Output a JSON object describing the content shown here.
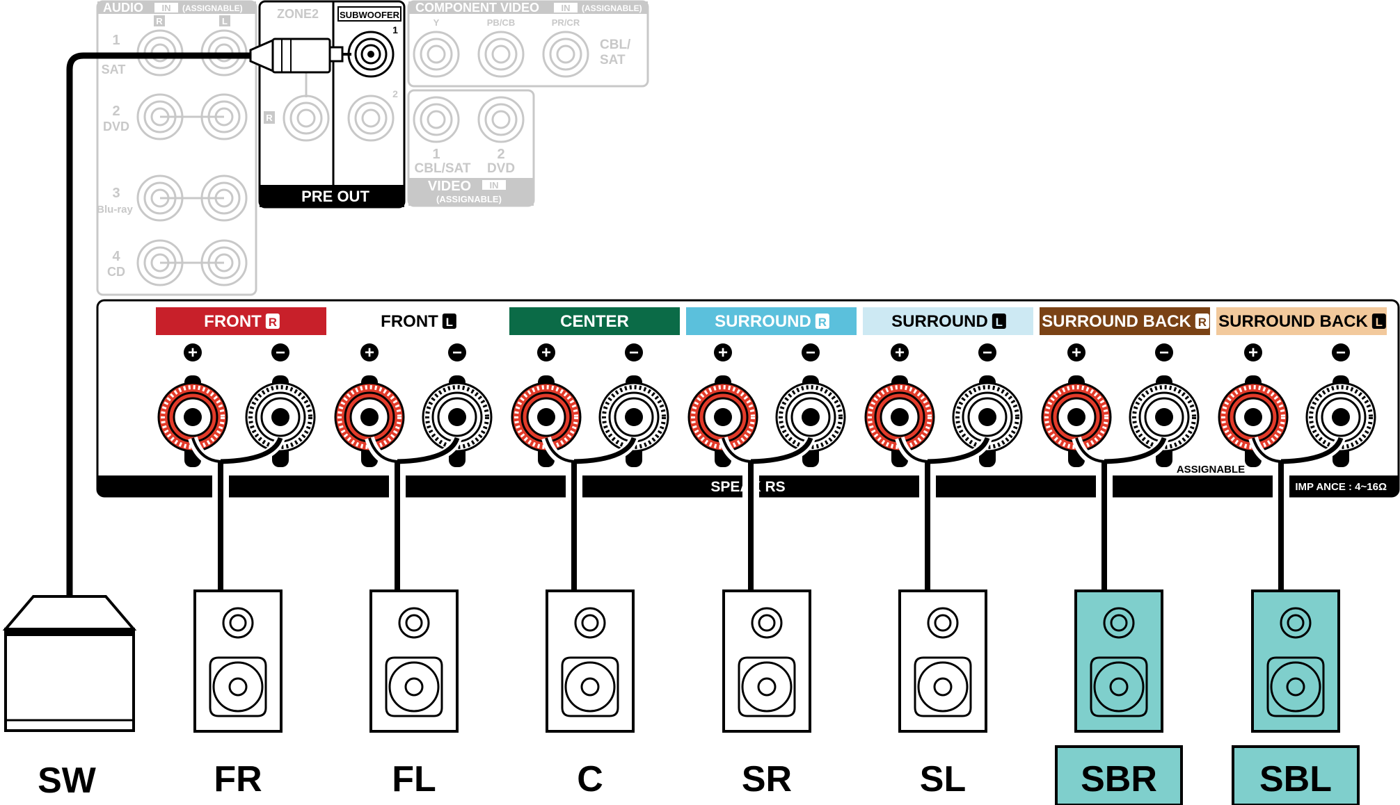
{
  "audio_in": {
    "title": "AUDIO",
    "in_badge": "IN",
    "assignable": "(ASSIGNABLE)",
    "col_right": "R",
    "col_left": "L",
    "rows": [
      {
        "num": "1",
        "name": "SAT"
      },
      {
        "num": "2",
        "name": "DVD"
      },
      {
        "num": "3",
        "name": "Blu-ray"
      },
      {
        "num": "4",
        "name": "CD"
      }
    ]
  },
  "zone2": {
    "title": "ZONE2",
    "r_label": "R"
  },
  "subwoofer": {
    "title": "SUBWOOFER",
    "port1": "1",
    "port2": "2"
  },
  "pre_out": {
    "label": "PRE OUT"
  },
  "component_video": {
    "title": "COMPONENT VIDEO",
    "in_badge": "IN",
    "assignable": "(ASSIGNABLE)",
    "jacks": [
      "Y",
      "PB/CB",
      "PR/CR"
    ],
    "source_line1": "CBL/",
    "source_line2": "SAT"
  },
  "video_in": {
    "title": "VIDEO",
    "in_badge": "IN",
    "assignable": "(ASSIGNABLE)",
    "jacks": [
      {
        "num": "1",
        "name": "CBL/SAT"
      },
      {
        "num": "2",
        "name": "DVD"
      }
    ]
  },
  "speakers_panel": {
    "bar_label": "SPEAK  RS",
    "assignable": "ASSIGNABLE",
    "impedance": "IMP      ANCE : 4~16Ω",
    "channels": [
      {
        "label": "FRONT",
        "badge": "R",
        "bg": "#c8202a",
        "fg": "#ffffff"
      },
      {
        "label": "FRONT",
        "badge": "L",
        "bg": "#ffffff",
        "fg": "#000000"
      },
      {
        "label": "CENTER",
        "badge": "",
        "bg": "#0b6b47",
        "fg": "#ffffff"
      },
      {
        "label": "SURROUND",
        "badge": "R",
        "bg": "#5bc0dc",
        "fg": "#ffffff"
      },
      {
        "label": "SURROUND",
        "badge": "L",
        "bg": "#cde9f3",
        "fg": "#000000"
      },
      {
        "label": "SURROUND BACK",
        "badge": "R",
        "bg": "#7a4215",
        "fg": "#ffffff"
      },
      {
        "label": "SURROUND BACK",
        "badge": "L",
        "bg": "#f2c99c",
        "fg": "#000000"
      }
    ],
    "plus_symbol": "+",
    "minus_symbol": "−"
  },
  "colors": {
    "terminal_red": "#e23b2a",
    "highlight_teal": "#7fcfcc",
    "faint_gray": "#c8c8c8"
  },
  "speakers": [
    {
      "id": "SW",
      "label": "SW",
      "highlight": false
    },
    {
      "id": "FR",
      "label": "FR",
      "highlight": false
    },
    {
      "id": "FL",
      "label": "FL",
      "highlight": false
    },
    {
      "id": "C",
      "label": "C",
      "highlight": false
    },
    {
      "id": "SR",
      "label": "SR",
      "highlight": false
    },
    {
      "id": "SL",
      "label": "SL",
      "highlight": false
    },
    {
      "id": "SBR",
      "label": "SBR",
      "highlight": true
    },
    {
      "id": "SBL",
      "label": "SBL",
      "highlight": true
    }
  ]
}
